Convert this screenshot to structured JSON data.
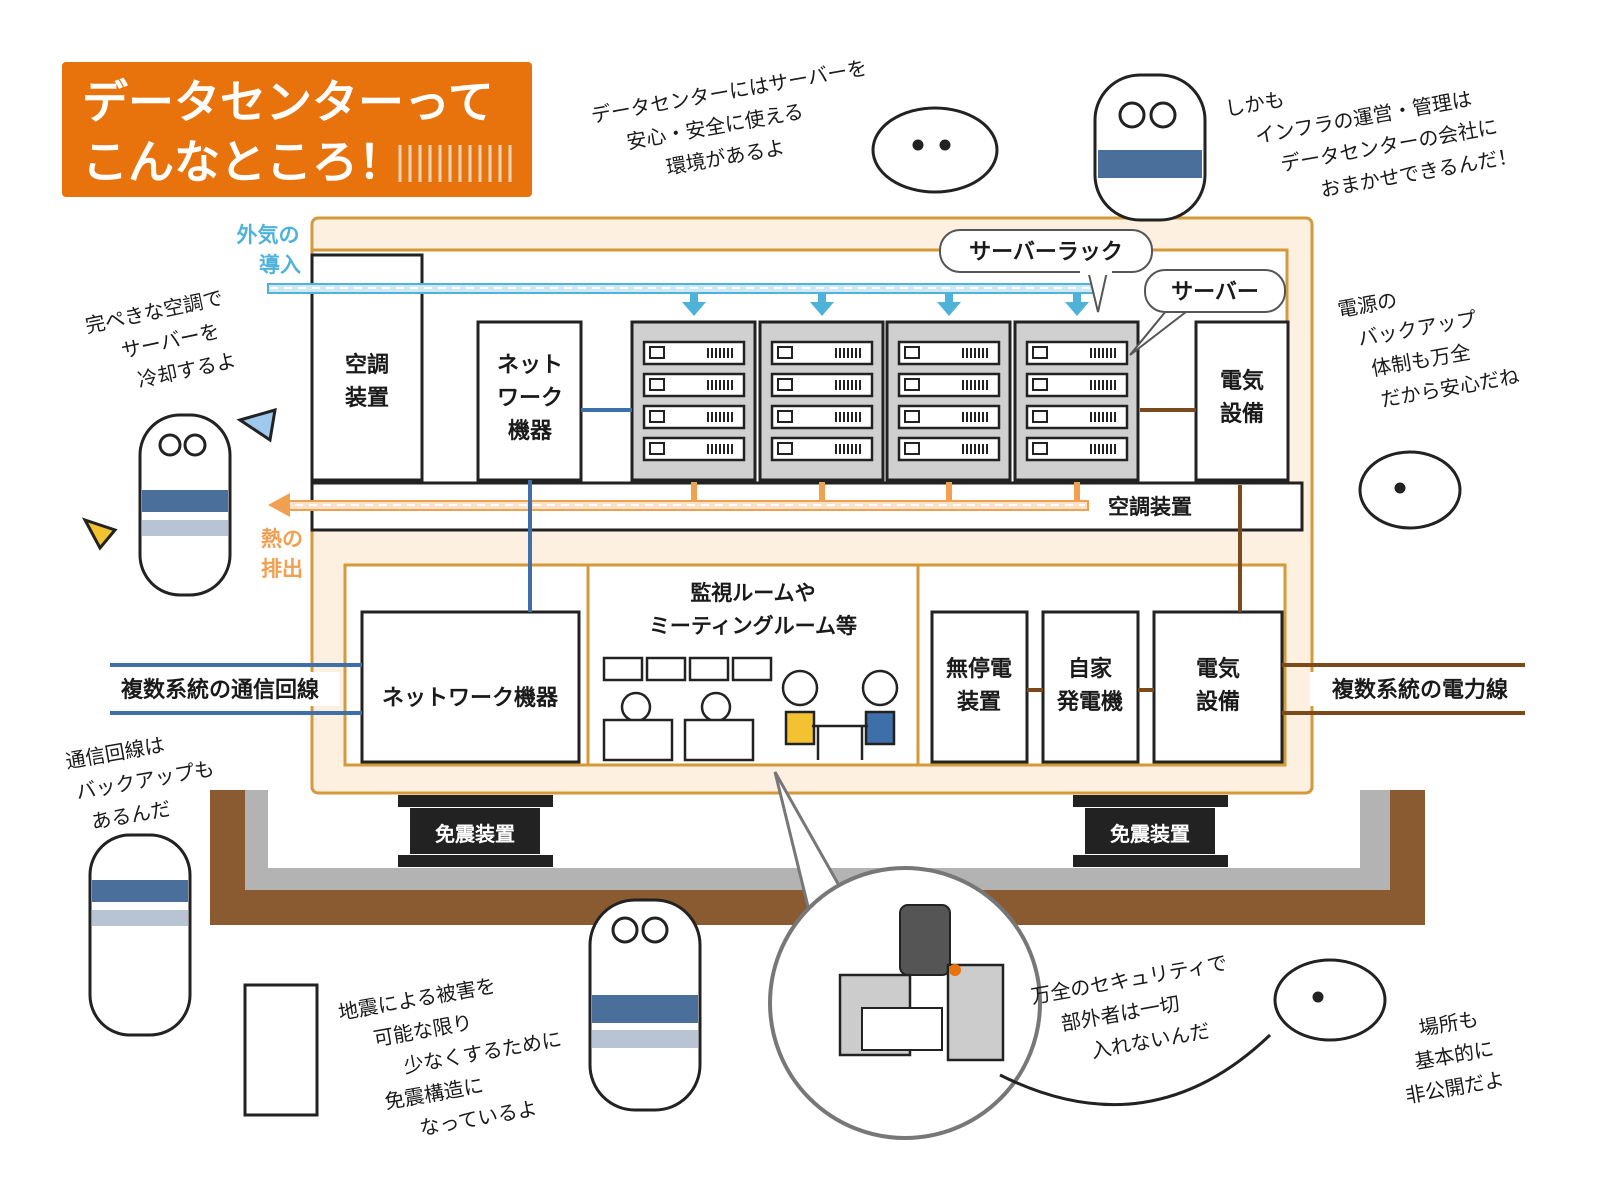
{
  "title": {
    "line1": "データセンターって",
    "line2": "こんなところ！"
  },
  "colors": {
    "title_bg": "#e8730c",
    "cool_air": "#4fb3d9",
    "heat": "#f0a050",
    "power": "#7a4a1c",
    "network": "#3e6fa8",
    "frame": "#d49a3a",
    "frame_fill": "#fdf0e0",
    "ground": "#8a5a30",
    "base_gray": "#b3b3b3",
    "bear_stripe": "#4b6f9b"
  },
  "flows": {
    "air_in": [
      "外気の",
      "導入"
    ],
    "heat_out": [
      "熱の",
      "排出"
    ]
  },
  "upper": {
    "ac_tall": [
      "空調",
      "装置"
    ],
    "network_equip": [
      "ネット",
      "ワーク",
      "機器"
    ],
    "electrical": [
      "電気",
      "設備"
    ],
    "ac_bottom": "空調装置",
    "callout_rack": "サーバーラック",
    "callout_server": "サーバー"
  },
  "lower": {
    "network_equip": "ネットワーク機器",
    "monitoring": [
      "監視ルームや",
      "ミーティングルーム等"
    ],
    "ups": [
      "無停電",
      "装置"
    ],
    "generator": [
      "自家",
      "発電機"
    ],
    "electrical": [
      "電気",
      "設備"
    ]
  },
  "lines": {
    "comm": "複数系統の通信回線",
    "power": "複数系統の電力線"
  },
  "isolator": "免震装置",
  "notes": {
    "top_center": [
      "データセンターにはサーバーを",
      "安心・安全に使える",
      "環境があるよ"
    ],
    "top_right": [
      "しかも",
      "インフラの運営・管理は",
      "データセンターの会社に",
      "おまかせできるんだ！"
    ],
    "left_cool": [
      "完ぺきな空調で",
      "サーバーを",
      "冷却するよ"
    ],
    "right_power": [
      "電源の",
      "バックアップ",
      "体制も万全",
      "だから安心だね"
    ],
    "left_comm": [
      "通信回線は",
      "バックアップも",
      "あるんだ"
    ],
    "bottom_quake": [
      "地震による被害を",
      "可能な限り",
      "少なくするために",
      "免震構造に",
      "なっているよ"
    ],
    "bottom_security": [
      "万全のセキュリティで",
      "部外者は一切",
      "入れないんだ"
    ],
    "bottom_right": [
      "場所も",
      "基本的に",
      "非公開だよ"
    ]
  }
}
